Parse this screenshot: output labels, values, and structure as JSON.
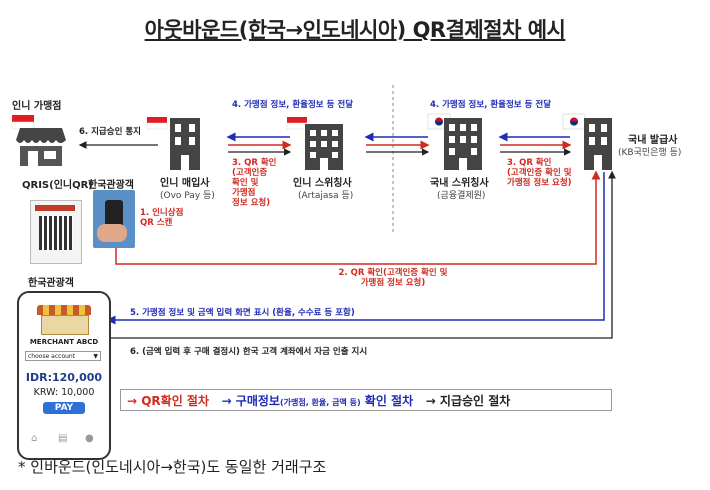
{
  "title": "아웃바운드(한국→인도네시아) QR결제절차 예시",
  "nodes": {
    "merchant": "인니 가맹점",
    "qris": "QRIS(인니QR)",
    "tourist_top": "한국관광객",
    "acquirer": "인니 매입사",
    "acquirer_sub": "(Ovo Pay 등)",
    "switch_id": "인니 스위칭사",
    "switch_id_sub": "(Artajasa 등)",
    "switch_kr": "국내 스위칭사",
    "switch_kr_sub": "(금융결제원)",
    "issuer": "국내 발급사",
    "issuer_sub": "(KB국민은행 등)",
    "tourist_phone": "한국관광객"
  },
  "steps": {
    "s1": "1. 인니상점\nQR 스캔",
    "s2": "2. QR 확인(고객인증 확인 및\n가맹점 정보 요청)",
    "s3a": "3. QR 확인\n(고객인증\n확인 및\n가맹점\n정보 요청)",
    "s3b": "3. QR 확인\n(고객인증 확인 및\n가맹점 정보 요청)",
    "s4a": "4. 가맹점 정보, 환율정보 등 전달",
    "s4b": "4. 가맹점 정보, 환율정보 등 전달",
    "s5": "5. 가맹점 정보 및 금액 입력 화면 표시 (환율, 수수료 등 포함)",
    "s6_notify": "6. 지급승인 통지",
    "s6": "6. (금액 입력 후 구매 결정시) 한국 고객 계좌에서 자금 인출 지시"
  },
  "phone": {
    "merchant_name": "MERCHANT ABCD",
    "select_placeholder": "choose account",
    "idr": "IDR:120,000",
    "krw": "KRW: 10,000",
    "pay_button": "PAY"
  },
  "legend": {
    "part1": "→ QR확인 절차",
    "part2": "→ 구매정보",
    "part2_small": "(가맹점, 환율, 금액 등)",
    "part2_end": " 확인 절차",
    "part3": "→ 지급승인 절차"
  },
  "footnote": "* 인바운드(인도네시아→한국)도 동일한 거래구조",
  "colors": {
    "red": "#d12a20",
    "blue": "#1f2db5",
    "black": "#222222"
  }
}
